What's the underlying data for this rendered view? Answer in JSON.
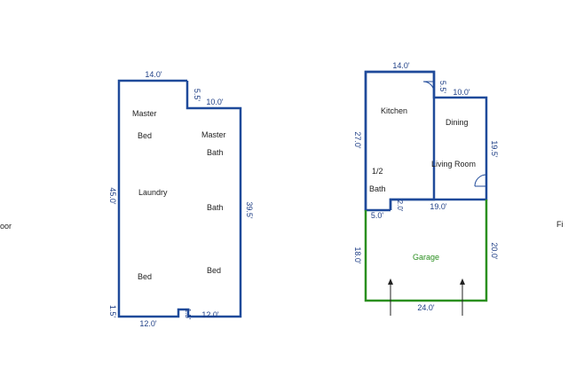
{
  "colors": {
    "wall": "#1f4a9a",
    "garage_wall": "#2a8f1f",
    "text": "#222222",
    "dim_text": "#1f3f86"
  },
  "edge_labels": {
    "left": "oor",
    "right": "Fi"
  },
  "left_plan": {
    "dims": {
      "top": "14.0'",
      "notch_v": "5.5'",
      "notch_h": "10.0'",
      "left": "45.0'",
      "right": "39.5'",
      "bottom_left": "12.0'",
      "bottom_right": "12.0'",
      "step_left": "1.5'",
      "step_mid": "1.5'"
    },
    "rooms": {
      "master_bed_1": "Master",
      "master_bed_2": "Bed",
      "master_bath_1": "Master",
      "master_bath_2": "Bath",
      "laundry": "Laundry",
      "bath": "Bath",
      "bed_left": "Bed",
      "bed_right": "Bed"
    }
  },
  "right_plan": {
    "dims": {
      "top": "14.0'",
      "notch_v": "5.5'",
      "notch_h": "10.0'",
      "left": "27.0'",
      "right": "19.5'",
      "step_h": "5.0'",
      "step_v": "2.0'",
      "mid": "19.0'",
      "garage_left": "18.0'",
      "garage_right": "20.0'",
      "garage_bottom": "24.0'"
    },
    "rooms": {
      "kitchen": "Kitchen",
      "dining": "Dining",
      "living": "Living Room",
      "half_bath_1": "1/2",
      "half_bath_2": "Bath",
      "garage": "Garage"
    }
  }
}
